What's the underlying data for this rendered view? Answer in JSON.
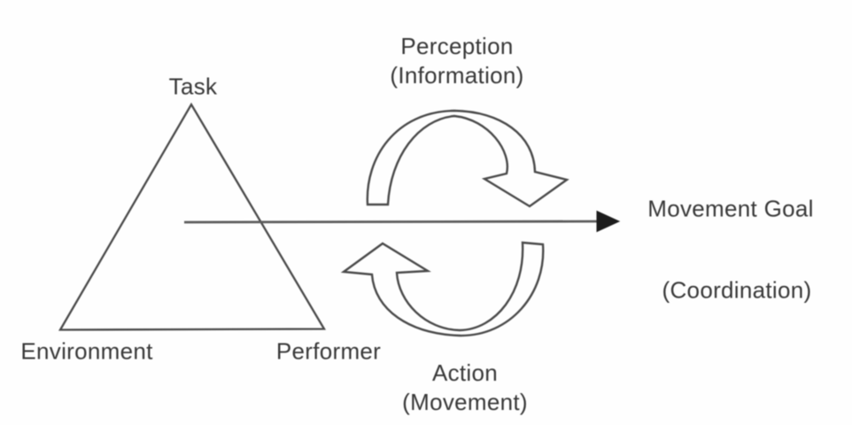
{
  "diagram": {
    "triangle": {
      "top_label": "Task",
      "bottom_left_label": "Environment",
      "bottom_right_label": "Performer"
    },
    "cycle": {
      "perception_arrow": {
        "line1": "Perception",
        "line2": "(Information)"
      },
      "action_arrow": {
        "line1": "Action",
        "line2": "(Movement)"
      }
    },
    "goal": {
      "label": "Movement Goal",
      "sub_label": "(Coordination)"
    },
    "colors": {
      "outline": "#4a4a4a",
      "line": "#5c5c5c",
      "arrowhead": "#1c1c1c",
      "text": "#383838",
      "background": "#fefefe"
    }
  }
}
